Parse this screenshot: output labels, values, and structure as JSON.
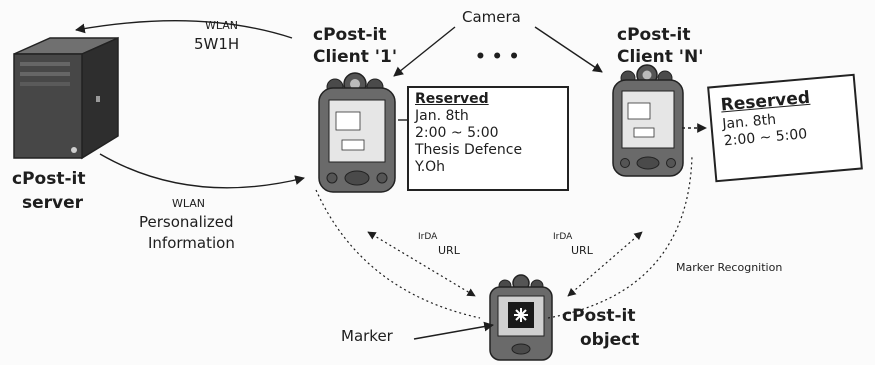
{
  "labels": {
    "wlan_top": "WLAN",
    "w5w1h": "5W1H",
    "camera": "Camera",
    "client1_line1": "cPost-it",
    "client1_line2": "Client '1'",
    "ellipsis": "• • •",
    "clientN_line1": "cPost-it",
    "clientN_line2": "Client 'N'",
    "server_line1": "cPost-it",
    "server_line2": "server",
    "wlan_bottom": "WLAN",
    "personalized_line1": "Personalized",
    "personalized_line2": "Information",
    "irda_left": "IrDA",
    "url_left": "URL",
    "irda_right": "IrDA",
    "url_right": "URL",
    "marker_recognition": "Marker Recognition",
    "marker": "Marker",
    "object_line1": "cPost-it",
    "object_line2": "object"
  },
  "note_left": {
    "heading": "Reserved",
    "lines": [
      "Jan. 8th",
      "2:00 ~ 5:00",
      "Thesis Defence",
      "Y.Oh"
    ]
  },
  "note_right": {
    "heading": "Reserved",
    "lines": [
      "Jan. 8th",
      "2:00 ~ 5:00"
    ]
  },
  "colors": {
    "ink": "#1e1e1e",
    "server": "#3d3d3d",
    "device": "#6a6a6a"
  }
}
